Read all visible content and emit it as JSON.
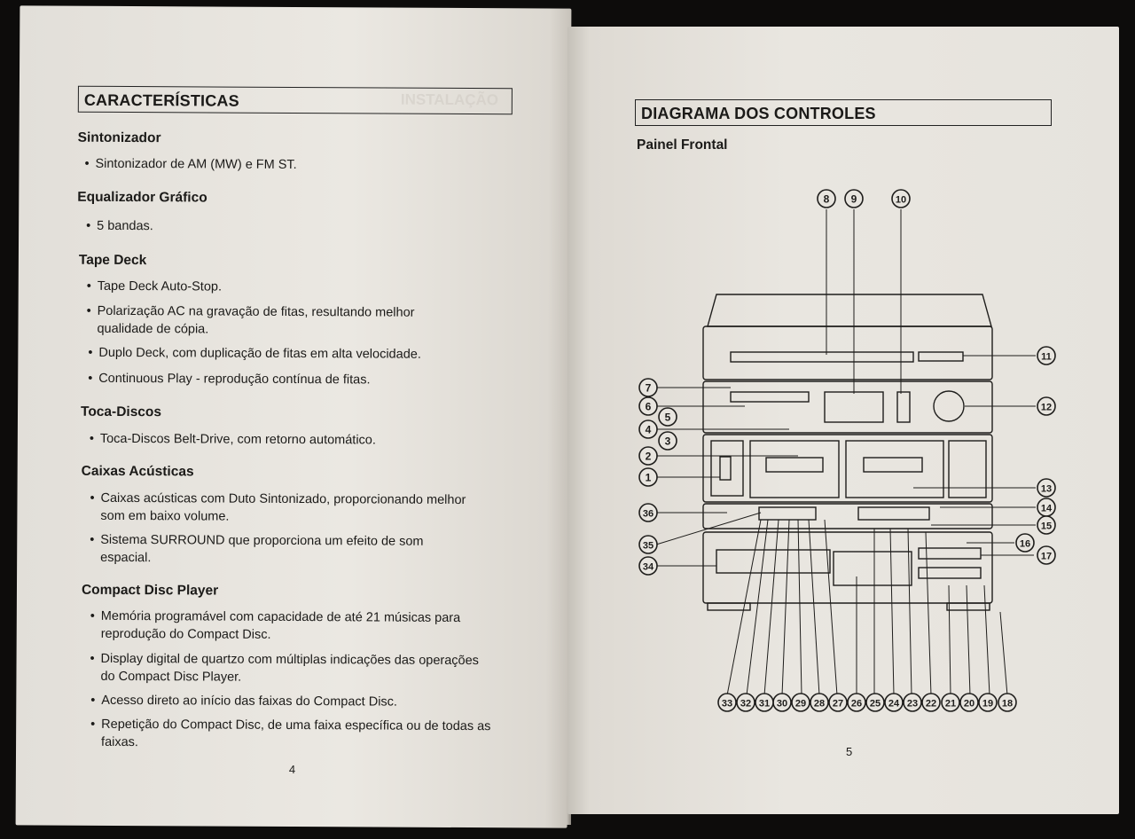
{
  "left_page": {
    "title": "CARACTERÍSTICAS",
    "sections": [
      {
        "heading": "Sintonizador",
        "items": [
          "Sintonizador de AM (MW) e FM ST."
        ]
      },
      {
        "heading": "Equalizador Gráfico",
        "items": [
          "5 bandas."
        ]
      },
      {
        "heading": "Tape Deck",
        "items": [
          "Tape Deck Auto-Stop.",
          "Polarização AC na gravação de fitas, resultando melhor qualidade de cópia.",
          "Duplo Deck, com duplicação de fitas em alta velocidade.",
          "Continuous Play - reprodução contínua de fitas."
        ]
      },
      {
        "heading": "Toca-Discos",
        "items": [
          "Toca-Discos Belt-Drive, com retorno automático."
        ]
      },
      {
        "heading": "Caixas Acústicas",
        "items": [
          "Caixas acústicas com Duto Sintonizado, proporcionando melhor som em baixo volume.",
          "Sistema SURROUND que proporciona um efeito de som espacial."
        ]
      },
      {
        "heading": "Compact Disc Player",
        "items": [
          "Memória programável com capacidade de até 21 músicas para reprodução do Compact Disc.",
          "Display digital de quartzo com múltiplas indicações das operações do Compact Disc Player.",
          "Acesso direto ao início das faixas do Compact Disc.",
          "Repetição do Compact Disc, de uma faixa específica ou de todas as faixas."
        ]
      }
    ],
    "page_number": "4"
  },
  "right_page": {
    "title": "DIAGRAMA DOS CONTROLES",
    "subtitle": "Painel Frontal",
    "callouts": [
      "1",
      "2",
      "3",
      "4",
      "5",
      "6",
      "7",
      "8",
      "9",
      "10",
      "11",
      "12",
      "13",
      "14",
      "15",
      "16",
      "17",
      "18",
      "19",
      "20",
      "21",
      "22",
      "23",
      "24",
      "25",
      "26",
      "27",
      "28",
      "29",
      "30",
      "31",
      "32",
      "33",
      "34",
      "35",
      "36"
    ],
    "page_number": "5"
  }
}
